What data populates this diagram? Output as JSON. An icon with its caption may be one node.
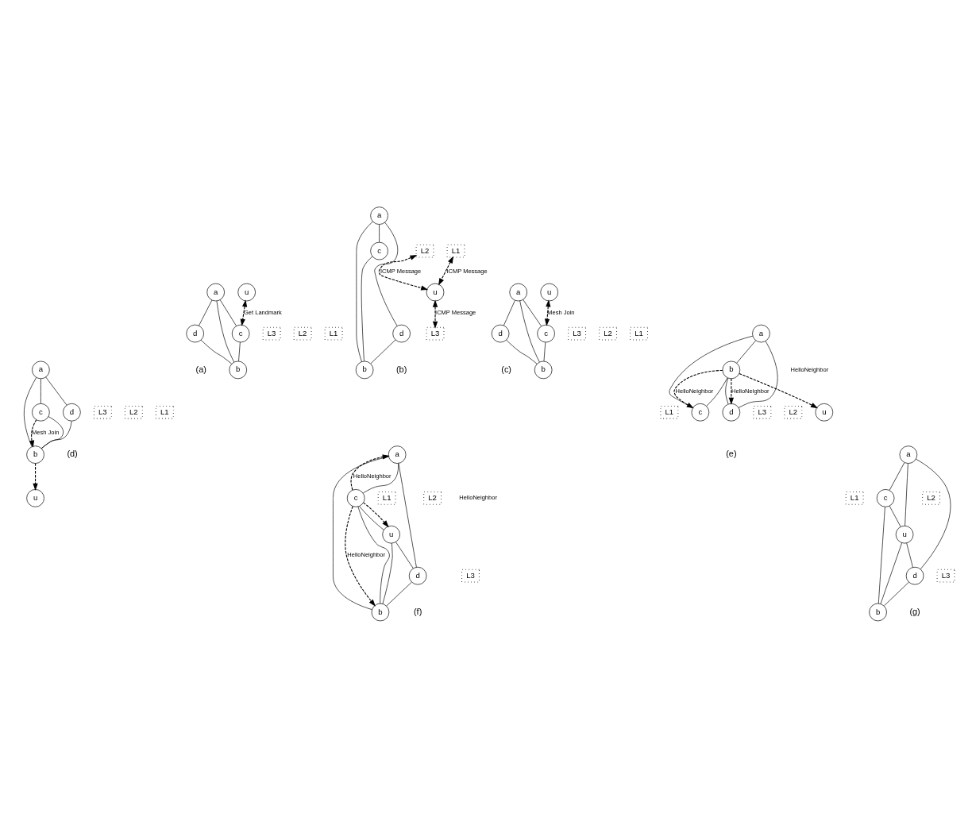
{
  "diagram": {
    "nodes": [
      {
        "text": [
          "L1"
        ]
      },
      {
        "text": [
          "L2"
        ]
      },
      {
        "text": [
          "L3"
        ]
      },
      {
        "text": [
          "a"
        ]
      },
      {
        "text": [
          "b"
        ]
      },
      {
        "text": [
          "c"
        ]
      },
      {
        "text": [
          "d"
        ]
      },
      {
        "text": [
          "u"
        ]
      },
      {
        "text": [
          "L1"
        ]
      },
      {
        "text": [
          "L2"
        ]
      },
      {
        "text": [
          "L3"
        ]
      },
      {
        "text": [
          "a"
        ]
      },
      {
        "text": [
          "b"
        ]
      },
      {
        "text": [
          "c"
        ]
      },
      {
        "text": [
          "d"
        ]
      },
      {
        "text": [
          "u"
        ]
      },
      {
        "text": [
          "L1"
        ]
      },
      {
        "text": [
          "L2"
        ]
      },
      {
        "text": [
          "L3"
        ]
      },
      {
        "text": [
          "a"
        ]
      },
      {
        "text": [
          "b"
        ]
      },
      {
        "text": [
          "c"
        ]
      },
      {
        "text": [
          "d"
        ]
      },
      {
        "text": [
          "u"
        ]
      },
      {
        "text": [
          "L1"
        ]
      },
      {
        "text": [
          "L2"
        ]
      },
      {
        "text": [
          "L3"
        ]
      },
      {
        "text": [
          "a"
        ]
      },
      {
        "text": [
          "b"
        ]
      },
      {
        "text": [
          "c"
        ]
      },
      {
        "text": [
          "d"
        ]
      },
      {
        "text": [
          "u"
        ]
      },
      {
        "text": [
          "L1"
        ]
      },
      {
        "text": [
          "L2"
        ]
      },
      {
        "text": [
          "L3"
        ]
      },
      {
        "text": [
          "a"
        ]
      },
      {
        "text": [
          "b"
        ]
      },
      {
        "text": [
          "c"
        ]
      },
      {
        "text": [
          "d"
        ]
      },
      {
        "text": [
          "u"
        ]
      },
      {
        "text": [
          "L1"
        ]
      },
      {
        "text": [
          "L2"
        ]
      },
      {
        "text": [
          "L3"
        ]
      },
      {
        "text": [
          "a"
        ]
      },
      {
        "text": [
          "b"
        ]
      },
      {
        "text": [
          "c"
        ]
      },
      {
        "text": [
          "d"
        ]
      },
      {
        "text": [
          "u"
        ]
      },
      {
        "text": [
          "L1"
        ]
      },
      {
        "text": [
          "L2"
        ]
      },
      {
        "text": [
          "L3"
        ]
      },
      {
        "text": [
          "a"
        ]
      },
      {
        "text": [
          "b"
        ]
      },
      {
        "text": [
          "c"
        ]
      },
      {
        "text": [
          "d"
        ]
      },
      {
        "text": [
          "u"
        ]
      }
    ],
    "edges": [
      {
        "from": 3,
        "to": 5,
        "arrow": "none"
      },
      {
        "from": 3,
        "to": 6,
        "arrow": "none"
      },
      {
        "from": 3,
        "to": 4,
        "arrow": "none"
      },
      {
        "from": 5,
        "to": 4,
        "arrow": "none"
      },
      {
        "from": 6,
        "to": 4,
        "arrow": "none"
      },
      {
        "from": 7,
        "to": 5,
        "arrow": "both",
        "style": "dashed",
        "label": "Get Landmark"
      },
      {
        "from": 11,
        "to": 13,
        "arrow": "none"
      },
      {
        "from": 11,
        "to": 14,
        "arrow": "none"
      },
      {
        "from": 11,
        "to": 12,
        "arrow": "none"
      },
      {
        "from": 13,
        "to": 12,
        "arrow": "none"
      },
      {
        "from": 14,
        "to": 12,
        "arrow": "none"
      },
      {
        "from": 8,
        "to": 15,
        "arrow": "both",
        "style": "dashed",
        "label": "ICMP Message"
      },
      {
        "from": 9,
        "to": 15,
        "arrow": "both",
        "style": "dashed",
        "label": "ICMP Message"
      },
      {
        "from": 15,
        "to": 10,
        "arrow": "both",
        "style": "dashed",
        "label": "ICMP Message"
      },
      {
        "from": 19,
        "to": 21,
        "arrow": "none"
      },
      {
        "from": 19,
        "to": 22,
        "arrow": "none"
      },
      {
        "from": 19,
        "to": 20,
        "arrow": "none"
      },
      {
        "from": 21,
        "to": 20,
        "arrow": "none"
      },
      {
        "from": 22,
        "to": 20,
        "arrow": "none"
      },
      {
        "from": 23,
        "to": 21,
        "arrow": "both",
        "style": "dashed",
        "label": "Mesh Join"
      },
      {
        "from": 27,
        "to": 29,
        "arrow": "none"
      },
      {
        "from": 27,
        "to": 30,
        "arrow": "none"
      },
      {
        "from": 27,
        "to": 28,
        "arrow": "none"
      },
      {
        "from": 29,
        "to": 28,
        "arrow": "none"
      },
      {
        "from": 30,
        "to": 28,
        "arrow": "none"
      },
      {
        "from": 29,
        "to": 28,
        "arrow": "to",
        "style": "dashed",
        "label": "Mesh Join"
      },
      {
        "from": 28,
        "to": 31,
        "arrow": "to",
        "style": "dashed"
      },
      {
        "from": 35,
        "to": 37,
        "arrow": "none"
      },
      {
        "from": 35,
        "to": 38,
        "arrow": "none"
      },
      {
        "from": 35,
        "to": 36,
        "arrow": "none"
      },
      {
        "from": 37,
        "to": 36,
        "arrow": "none"
      },
      {
        "from": 38,
        "to": 36,
        "arrow": "none"
      },
      {
        "from": 36,
        "to": 37,
        "arrow": "to",
        "style": "dashed",
        "label": "HelloNeighbor"
      },
      {
        "from": 36,
        "to": 39,
        "arrow": "to",
        "style": "dashed"
      },
      {
        "from": 36,
        "to": 38,
        "arrow": "to",
        "style": "dashed",
        "label": "HelloNeighbor"
      },
      {
        "from": 43,
        "to": 45,
        "arrow": "none"
      },
      {
        "from": 43,
        "to": 46,
        "arrow": "none"
      },
      {
        "from": 43,
        "to": 44,
        "arrow": "none"
      },
      {
        "from": 45,
        "to": 44,
        "arrow": "none"
      },
      {
        "from": 46,
        "to": 44,
        "arrow": "none"
      },
      {
        "from": 45,
        "to": 47,
        "arrow": "none"
      },
      {
        "from": 47,
        "to": 44,
        "arrow": "none"
      },
      {
        "from": 47,
        "to": 46,
        "arrow": "none"
      },
      {
        "from": 45,
        "to": 43,
        "arrow": "to",
        "style": "dashed",
        "label": "HelloNeighbor"
      },
      {
        "from": 45,
        "to": 47,
        "arrow": "to",
        "style": "dashed"
      },
      {
        "from": 45,
        "to": 44,
        "arrow": "to",
        "style": "dashed",
        "label": "HelloNeighbor"
      },
      {
        "from": 51,
        "to": 53,
        "arrow": "none"
      },
      {
        "from": 51,
        "to": 54,
        "arrow": "none"
      },
      {
        "from": 51,
        "to": 55,
        "arrow": "none"
      },
      {
        "from": 53,
        "to": 55,
        "arrow": "none"
      },
      {
        "from": 53,
        "to": 52,
        "arrow": "none"
      },
      {
        "from": 55,
        "to": 52,
        "arrow": "none"
      },
      {
        "from": 55,
        "to": 54,
        "arrow": "none"
      },
      {
        "from": 54,
        "to": 52,
        "arrow": "none"
      }
    ],
    "labels": [
      "(a)",
      "(b)",
      "(c)",
      "HelloNeighbor",
      "(d)",
      "(e)",
      "HelloNeighbor",
      "(f)",
      "(g)"
    ]
  }
}
